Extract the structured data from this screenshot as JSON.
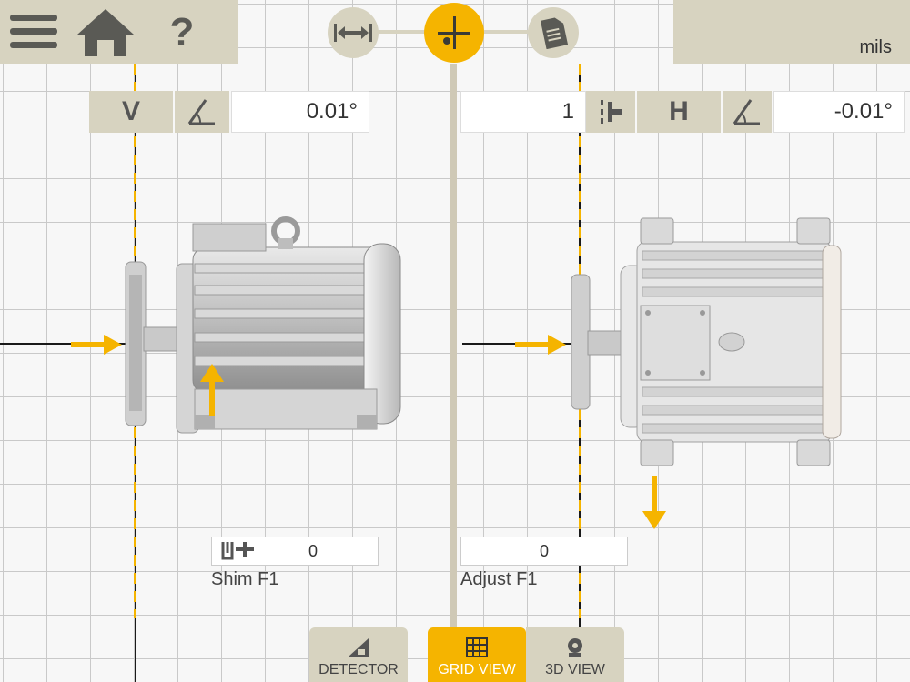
{
  "header": {
    "menu_icon": "hamburger-icon",
    "home_icon": "home-icon",
    "help_label": "?",
    "units": "mils"
  },
  "steps": [
    {
      "name": "distances-step",
      "icon": "distance-arrows-icon",
      "active": false
    },
    {
      "name": "measurement-step",
      "icon": "crosshair-target-icon",
      "active": true
    },
    {
      "name": "report-step",
      "icon": "document-icon",
      "active": false
    }
  ],
  "vertical": {
    "label": "V",
    "angle_icon": "angle-icon",
    "angle_value": "0.01°",
    "shim_icon": "shim-icon",
    "shim_value": "0",
    "foot_label": "Shim F1"
  },
  "horizontal": {
    "label": "H",
    "angle_icon": "angle-icon",
    "offset_value": "1",
    "offset_icon": "coupling-offset-icon",
    "angle_value": "-0.01°",
    "adjust_value": "0",
    "foot_label": "Adjust F1"
  },
  "tabs": [
    {
      "label": "DETECTOR",
      "icon": "detector-icon",
      "active": false
    },
    {
      "label": "GRID VIEW",
      "icon": "grid-icon",
      "active": true
    },
    {
      "label": "3D VIEW",
      "icon": "3d-view-icon",
      "active": false
    }
  ],
  "colors": {
    "accent": "#f5b400",
    "panel": "#d7d3c0",
    "grid": "#c9c9c9"
  }
}
